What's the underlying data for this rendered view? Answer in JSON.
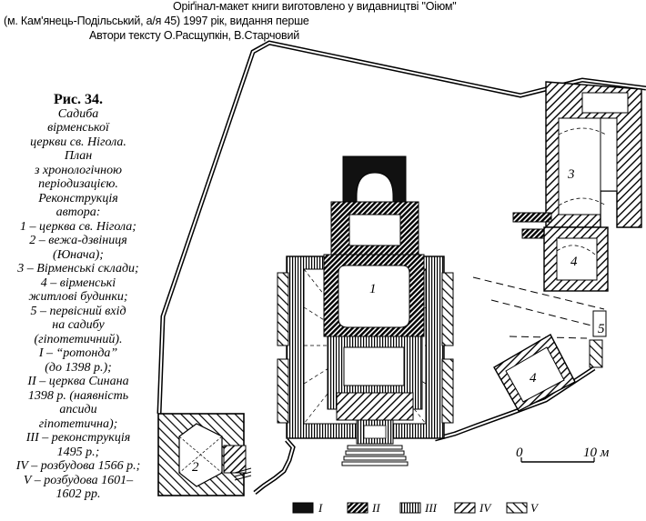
{
  "header": {
    "line1": "Оріґінал-макет книги виготовлено у видавництві \"Оіюм\"",
    "line2": "(м. Кам'янець-Подільський, а/я 45) 1997 рік, видання перше",
    "line3": "Автори тексту О.Расщупкін, В.Старчовий"
  },
  "caption": {
    "figure": "Рис. 34.",
    "lines": [
      "Садиба",
      "вірменської",
      "церкви св. Нігола.",
      "План",
      "з хронологічною",
      "періодизацією.",
      "Реконструкція",
      "автора:",
      "1 – церква св. Нігола;",
      "2 – вежа-дзвіниця",
      "(Юнача);",
      "3 – Вірменські склади;",
      "4 – вірменські",
      "житлові будинки;",
      "5 – первісний вхід",
      "на садибу",
      "(гіпотетичний).",
      "I – “ротонда”",
      "(до 1398 р.);",
      "II – церква Синана",
      "1398 р. (наявність",
      "апсиди",
      "гіпотетична);",
      "III – реконструкція",
      "1495 р.;",
      "IV – розбудова 1566 р.;",
      "V – розбудова 1601–",
      "1602 рр."
    ]
  },
  "plan": {
    "labels": {
      "church": "1",
      "tower": "2",
      "warehouses": "3",
      "house_a": "4",
      "house_b": "4",
      "entrance": "5"
    },
    "scale": {
      "start": "0",
      "end": "10 м"
    },
    "legend": [
      "I",
      "II",
      "III",
      "IV",
      "V"
    ]
  }
}
